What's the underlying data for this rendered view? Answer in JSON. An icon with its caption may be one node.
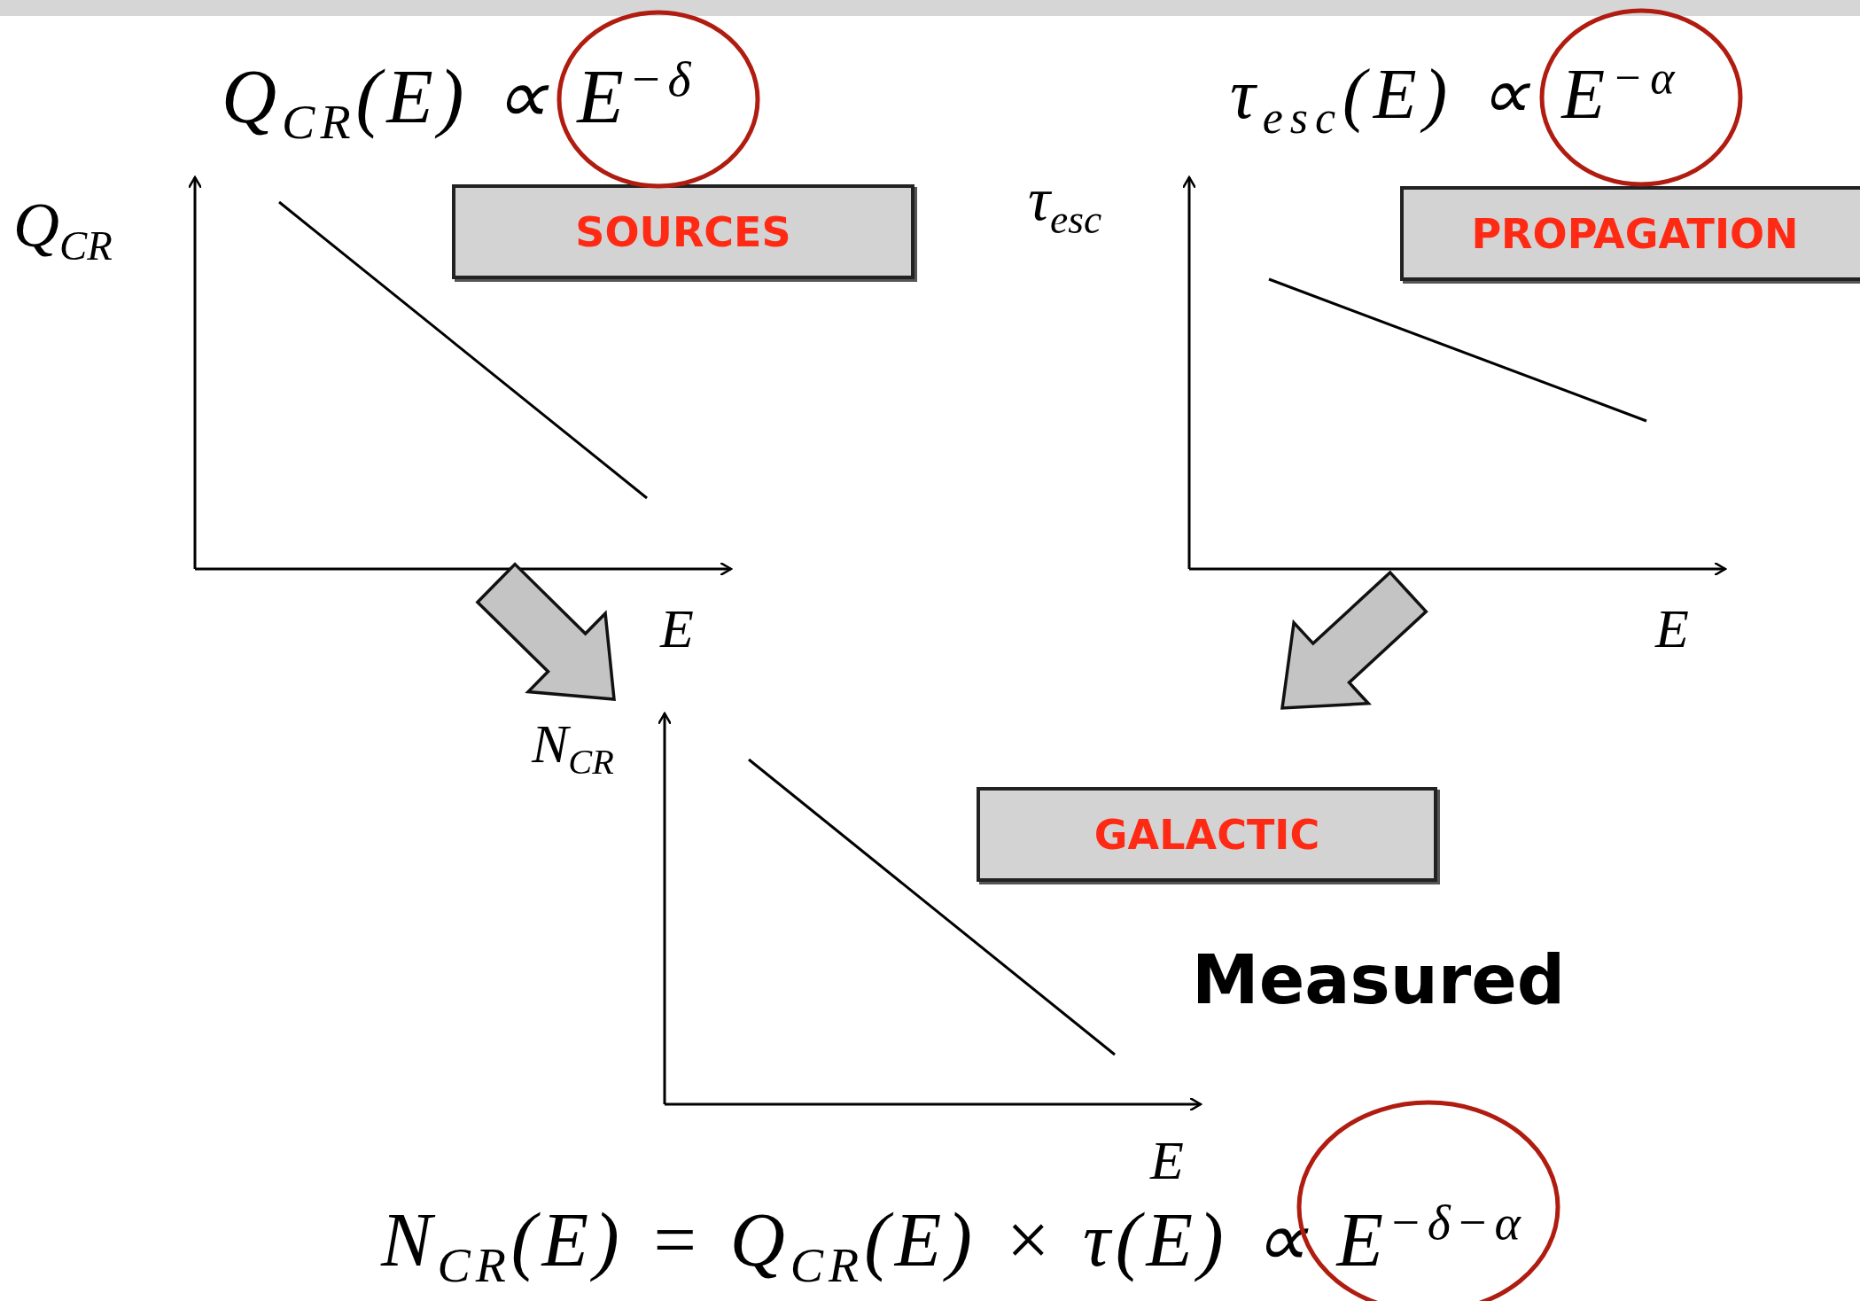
{
  "diagram": {
    "nodes": [
      {
        "text": [],
        "shape": "picture",
        "beside": [
          "Q$_{CR}$",
          "E"
        ]
      },
      {
        "text": [
          "SOURCES"
        ]
      },
      {
        "text": [],
        "shape": "picture",
        "beside": [
          "τ$_{esc}$",
          "E"
        ]
      },
      {
        "text": [
          "PROPAGATION"
        ]
      },
      {
        "text": [],
        "shape": "picture",
        "beside": [
          "N$_{CR}$",
          "E"
        ]
      },
      {
        "text": [
          "GALACTIC"
        ]
      }
    ],
    "edges": [
      {
        "from": 0,
        "to": 4,
        "arrow": "to"
      },
      {
        "from": 2,
        "to": 4,
        "arrow": "to"
      }
    ],
    "labels": [
      "Q$_{CR}$(E) ∝ E$^{−δ}$",
      "τ$_{esc}$(E) ∝ E$^{−α}$",
      "Measured",
      "N$_{CR}$(E) = Q$_{CR}$(E) × τ(E) ∝ E$^{−δ−α}$"
    ]
  }
}
